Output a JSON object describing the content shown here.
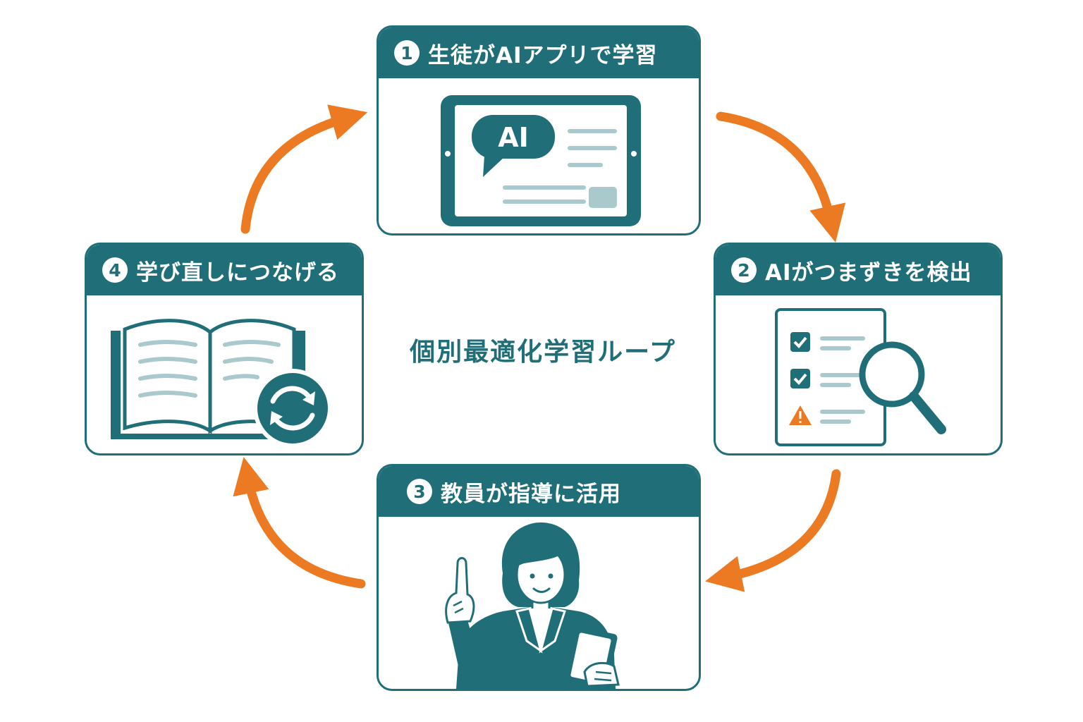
{
  "title": "個別最適化学習ループ",
  "steps": [
    {
      "num": "1",
      "label": "生徒がAIアプリで学習",
      "icon": "tablet-ai-chat-icon"
    },
    {
      "num": "2",
      "label": "AIがつまずきを検出",
      "icon": "checklist-magnifier-icon"
    },
    {
      "num": "3",
      "label": "教員が指導に活用",
      "icon": "teacher-tablet-icon"
    },
    {
      "num": "4",
      "label": "学び直しにつなげる",
      "icon": "book-refresh-icon"
    }
  ],
  "tablet_badge": "AI",
  "colors": {
    "teal": "#1f6e78",
    "orange": "#ec7a22",
    "light_teal": "#a9c9cc",
    "warning": "#ec7a22"
  }
}
